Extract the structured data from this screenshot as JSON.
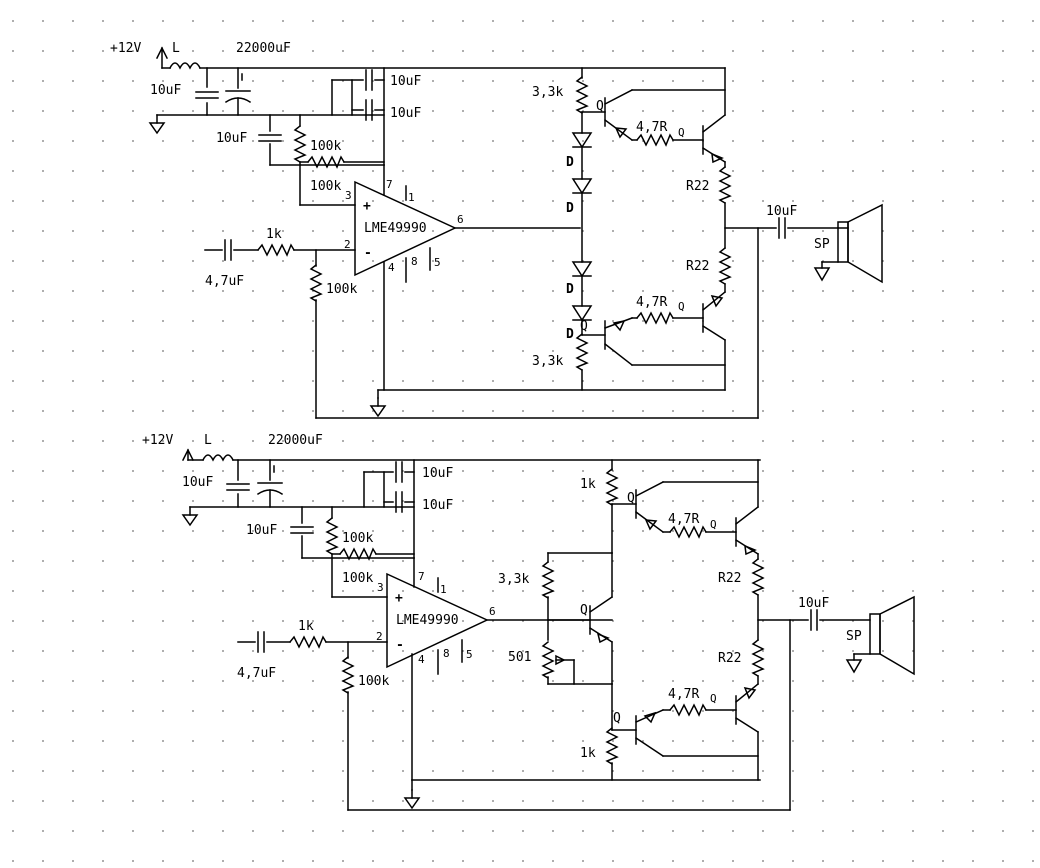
{
  "circuits": [
    {
      "supply": "+12V",
      "inductor": "L",
      "cap_bulk": "22000uF",
      "cap_in_supply": "10uF",
      "cap_dec_1": "10uF",
      "cap_dec_2": "10uF",
      "cap_bias": "10uF",
      "r_bias_a": "100k",
      "r_bias_b": "100k",
      "r_ground": "100k",
      "r_input": "1k",
      "cap_input": "4,7uF",
      "opamp": "LME49990",
      "pin_plus": "+",
      "pin_minus": "-",
      "pins": {
        "p1": "1",
        "p2": "2",
        "p3": "3",
        "p4": "4",
        "p5": "5",
        "p6": "6",
        "p7": "7",
        "p8": "8"
      },
      "r_bias_top": "3,3k",
      "r_bias_bottom": "3,3k",
      "diodes": [
        "D",
        "D",
        "D",
        "D"
      ],
      "q_driver_top": "Q",
      "q_driver_bottom": "Q",
      "q_out_top": "Q",
      "q_out_bottom": "Q",
      "r_base_top": "4,7R",
      "r_base_bottom": "4,7R",
      "r_emit_top": "R22",
      "r_emit_bottom": "R22",
      "cap_out": "10uF",
      "speaker": "SP"
    },
    {
      "supply": "+12V",
      "inductor": "L",
      "cap_bulk": "22000uF",
      "cap_in_supply": "10uF",
      "cap_dec_1": "10uF",
      "cap_dec_2": "10uF",
      "cap_bias": "10uF",
      "r_bias_a": "100k",
      "r_bias_b": "100k",
      "r_ground": "100k",
      "r_input": "1k",
      "cap_input": "4,7uF",
      "opamp": "LME49990",
      "pin_plus": "+",
      "pin_minus": "-",
      "pins": {
        "p1": "1",
        "p2": "2",
        "p3": "3",
        "p4": "4",
        "p5": "5",
        "p6": "6",
        "p7": "7",
        "p8": "8"
      },
      "r_bias_top": "1k",
      "r_bias_bottom": "1k",
      "r_vbe": "3,3k",
      "pot": "501",
      "q_vbe": "Q",
      "q_driver_top": "Q",
      "q_driver_bottom": "Q",
      "q_out_top": "Q",
      "q_out_bottom": "Q",
      "r_base_top": "4,7R",
      "r_base_bottom": "4,7R",
      "r_emit_top": "R22",
      "r_emit_bottom": "R22",
      "cap_out": "10uF",
      "speaker": "SP"
    }
  ]
}
